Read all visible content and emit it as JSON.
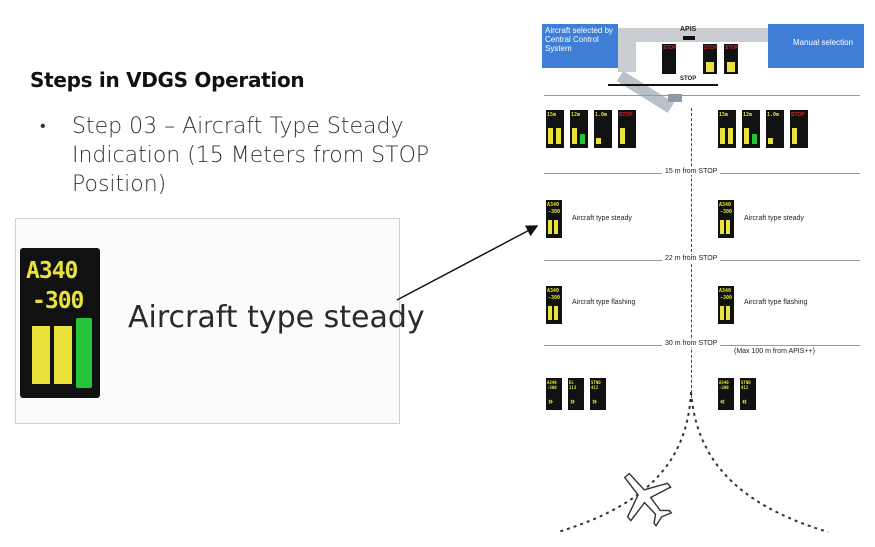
{
  "slide": {
    "title": "Steps in VDGS Operation",
    "bullet": "Step 03 – Aircraft Type Steady Indication (15 Meters from STOP Position)"
  },
  "zoom": {
    "display_line1": "A340",
    "display_line2": "-300",
    "caption": "Aircraft type steady"
  },
  "diagram": {
    "header_left": "Aircraft selected by Central Control System",
    "header_center": "APIS",
    "header_right": "Manual selection",
    "stop_label": "STOP",
    "unit_stop_text": "STOP",
    "unit_texts": [
      "15m",
      "12m",
      "1.0m",
      "STOP"
    ],
    "distances": [
      "15 m from STOP",
      "22 m from STOP",
      "30 m from STOP"
    ],
    "max_note": "(Max 100 m from APIS++)",
    "steady_label": "Aircraft type steady",
    "flashing_label": "Aircraft type flashing",
    "unit_line1": "A340",
    "unit_line2": "-300",
    "approach_codes_left": [
      "A340 -300",
      "EL 113",
      "STND 412"
    ],
    "approach_codes_right": [
      "A340 -300",
      "STND 412"
    ]
  },
  "colors": {
    "accent": "#3f7ed6",
    "display_bg": "#111111",
    "yellow": "#e8e23a",
    "green": "#22c43a",
    "red": "#d8262b"
  }
}
